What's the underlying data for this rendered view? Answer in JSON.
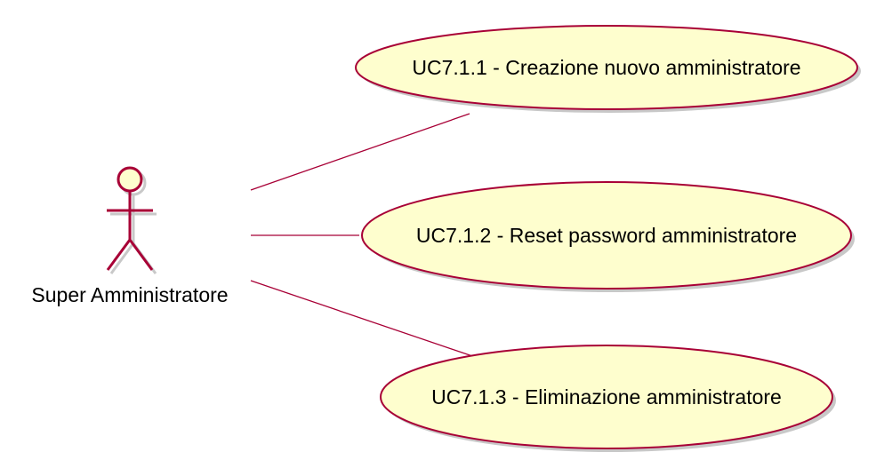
{
  "actor": {
    "name": "Super Amministratore"
  },
  "use_cases": [
    {
      "label": "UC7.1.1 - Creazione nuovo amministratore"
    },
    {
      "label": "UC7.1.2 - Reset password amministratore"
    },
    {
      "label": "UC7.1.3 - Eliminazione amministratore"
    }
  ],
  "colors": {
    "stroke": "#A80036",
    "fill": "#FEFECE",
    "shadow": "#C8C8C8",
    "text": "#000000"
  }
}
